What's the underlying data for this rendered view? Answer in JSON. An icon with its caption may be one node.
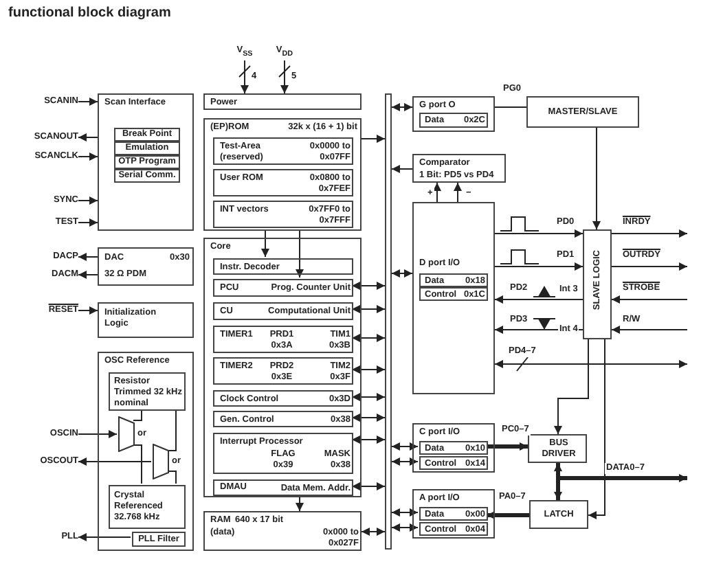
{
  "diagram": {
    "title": "functional block diagram",
    "nodes": [
      {
        "text": [
          "SCANIN"
        ]
      },
      {
        "text": [
          "SCANOUT"
        ]
      },
      {
        "text": [
          "SCANCLK"
        ]
      },
      {
        "text": [
          "SYNC"
        ]
      },
      {
        "text": [
          "TEST"
        ]
      },
      {
        "text": [
          "DACP"
        ]
      },
      {
        "text": [
          "DACM"
        ]
      },
      {
        "text": [
          "RESET"
        ]
      },
      {
        "text": [
          "OSCIN"
        ]
      },
      {
        "text": [
          "OSCOUT"
        ]
      },
      {
        "text": [
          "PLL"
        ]
      },
      {
        "text": [
          "V$_{SS}$"
        ]
      },
      {
        "text": [
          "V$_{DD}$"
        ]
      },
      {
        "text": [
          "Scan Interface"
        ]
      },
      {
        "text": [
          "Break Point"
        ],
        "in": 13
      },
      {
        "text": [
          "Emulation"
        ],
        "in": 13
      },
      {
        "text": [
          "OTP Program"
        ],
        "in": 13
      },
      {
        "text": [
          "Serial Comm."
        ],
        "in": 13
      },
      {
        "text": [
          "DAC",
          "0x30",
          "32 Ω PDM"
        ]
      },
      {
        "text": [
          "Initialization Logic"
        ]
      },
      {
        "text": [
          "OSC Reference"
        ]
      },
      {
        "text": [
          "Resistor Trimmed 32 kHz nominal"
        ],
        "in": 20
      },
      {
        "text": [],
        "shape": "trapezoid",
        "beside": [
          "or"
        ],
        "in": 20
      },
      {
        "text": [],
        "shape": "trapezoid",
        "beside": [
          "or"
        ],
        "in": 20
      },
      {
        "text": [
          "Crystal Referenced 32.768 kHz"
        ],
        "in": 20
      },
      {
        "text": [
          "PLL Filter"
        ],
        "in": 20
      },
      {
        "text": [
          "Power"
        ]
      },
      {
        "text": [
          "(EP)ROM",
          "32k x (16 + 1) bit"
        ]
      },
      {
        "text": [
          "Test-Area (reserved)",
          "0x0000 to 0x07FF"
        ],
        "in": 27
      },
      {
        "text": [
          "User ROM",
          "0x0800 to 0x7FEF"
        ],
        "in": 27
      },
      {
        "text": [
          "INT vectors",
          "0x7FF0 to 0x7FFF"
        ],
        "in": 27
      },
      {
        "text": [
          "Core"
        ]
      },
      {
        "text": [
          "Instr. Decoder"
        ],
        "in": 31
      },
      {
        "text": [
          "PCU",
          "Prog. Counter Unit"
        ],
        "in": 31
      },
      {
        "text": [
          "CU",
          "Computational Unit"
        ],
        "in": 31
      },
      {
        "text": [
          "TIMER1",
          "PRD1 0x3A",
          "TIM1 0x3B"
        ],
        "in": 31
      },
      {
        "text": [
          "TIMER2",
          "PRD2 0x3E",
          "TIM2 0x3F"
        ],
        "in": 31
      },
      {
        "text": [
          "Clock Control",
          "0x3D"
        ],
        "in": 31
      },
      {
        "text": [
          "Gen. Control",
          "0x38"
        ],
        "in": 31
      },
      {
        "text": [
          "Interrupt Processor",
          "FLAG 0x39",
          "MASK 0x38"
        ],
        "in": 31
      },
      {
        "text": [
          "DMAU",
          "Data Mem. Addr."
        ],
        "in": 31
      },
      {
        "text": [
          "RAM",
          "640 x 17 bit",
          "(data)",
          "0x000 to 0x027F"
        ]
      },
      {
        "text": [],
        "shape": "bar"
      },
      {
        "text": [
          "G port O"
        ]
      },
      {
        "text": [
          "Data",
          "0x2C"
        ],
        "in": 43
      },
      {
        "text": [
          "MASTER/SLAVE"
        ]
      },
      {
        "text": [
          "Comparator",
          "1 Bit: PD5 vs PD4"
        ]
      },
      {
        "text": [
          "D port I/O"
        ]
      },
      {
        "text": [
          "Data",
          "0x18"
        ],
        "in": 47
      },
      {
        "text": [
          "Control",
          "0x1C"
        ],
        "in": 47
      },
      {
        "text": [
          "SLAVE LOGIC"
        ]
      },
      {
        "text": [
          "C port I/O"
        ]
      },
      {
        "text": [
          "Data",
          "0x10"
        ],
        "in": 51
      },
      {
        "text": [
          "Control",
          "0x14"
        ],
        "in": 51
      },
      {
        "text": [
          "BUS DRIVER"
        ]
      },
      {
        "text": [
          "LATCH"
        ]
      },
      {
        "text": [
          "A port I/O"
        ]
      },
      {
        "text": [
          "Data",
          "0x00"
        ],
        "in": 56
      },
      {
        "text": [
          "Control",
          "0x04"
        ],
        "in": 56
      }
    ],
    "edges": [
      {
        "from": 0,
        "to": 13,
        "arrow": "to"
      },
      {
        "from": 13,
        "to": 1,
        "arrow": "to"
      },
      {
        "from": 2,
        "to": 13,
        "arrow": "to"
      },
      {
        "from": 3,
        "to": 13,
        "arrow": "to"
      },
      {
        "from": 4,
        "to": 13,
        "arrow": "to"
      },
      {
        "from": 18,
        "to": 5,
        "arrow": "to"
      },
      {
        "from": 18,
        "to": 6,
        "arrow": "to"
      },
      {
        "from": 7,
        "to": 19,
        "arrow": "to"
      },
      {
        "from": 8,
        "to": 22,
        "arrow": "to"
      },
      {
        "from": 23,
        "to": 9,
        "arrow": "to"
      },
      {
        "from": 25,
        "to": 10,
        "arrow": "to"
      },
      {
        "from": 21,
        "to": 22,
        "arrow": "none"
      },
      {
        "from": 21,
        "to": 23,
        "arrow": "none"
      },
      {
        "from": 24,
        "to": 22,
        "arrow": "none"
      },
      {
        "from": 24,
        "to": 23,
        "arrow": "none"
      },
      {
        "from": 11,
        "to": 26,
        "arrow": "to",
        "label": "4"
      },
      {
        "from": 12,
        "to": 26,
        "arrow": "to",
        "label": "5"
      },
      {
        "from": 27,
        "to": 32,
        "arrow": "to"
      },
      {
        "from": 27,
        "to": 33,
        "arrow": "to"
      },
      {
        "from": 27,
        "to": 42,
        "arrow": "to"
      },
      {
        "from": 33,
        "to": 42,
        "arrow": "both"
      },
      {
        "from": 34,
        "to": 42,
        "arrow": "both"
      },
      {
        "from": 35,
        "to": 42,
        "arrow": "both"
      },
      {
        "from": 36,
        "to": 42,
        "arrow": "both"
      },
      {
        "from": 37,
        "to": 42,
        "arrow": "both"
      },
      {
        "from": 38,
        "to": 42,
        "arrow": "both"
      },
      {
        "from": 39,
        "to": 42,
        "arrow": "both"
      },
      {
        "from": 40,
        "to": 42,
        "arrow": "both"
      },
      {
        "from": 40,
        "to": 41,
        "arrow": "to"
      },
      {
        "from": 41,
        "to": 42,
        "arrow": "both"
      },
      {
        "from": 42,
        "to": 43,
        "arrow": "both"
      },
      {
        "from": 43,
        "to": 45,
        "arrow": "none",
        "label": "PG0"
      },
      {
        "from": 46,
        "to": 42,
        "arrow": "to"
      },
      {
        "from": 47,
        "to": 46,
        "arrow": "to",
        "label": "+"
      },
      {
        "from": 47,
        "to": 46,
        "arrow": "to",
        "label": "−"
      },
      {
        "from": 42,
        "to": 47,
        "arrow": "both"
      },
      {
        "from": 47,
        "to": 50,
        "arrow": "to",
        "label": "PD0"
      },
      {
        "from": 47,
        "to": 50,
        "arrow": "to",
        "label": "PD1"
      },
      {
        "from": 50,
        "to": 47,
        "arrow": "to",
        "label": "PD2"
      },
      {
        "from": 50,
        "to": 47,
        "arrow": "to",
        "label": "PD3"
      },
      {
        "from": 50,
        "to": null,
        "arrow": "to",
        "label": "INRDY"
      },
      {
        "from": 50,
        "to": null,
        "arrow": "to",
        "label": "OUTRDY"
      },
      {
        "from": null,
        "to": 50,
        "arrow": "to",
        "label": "STROBE"
      },
      {
        "from": null,
        "to": 50,
        "arrow": "to",
        "label": "R/W"
      },
      {
        "from": 47,
        "to": null,
        "arrow": "both",
        "label": "PD4–7"
      },
      {
        "from": 45,
        "to": 50,
        "arrow": "to"
      },
      {
        "from": 50,
        "to": 54,
        "arrow": "to"
      },
      {
        "from": 50,
        "to": 55,
        "arrow": "to"
      },
      {
        "from": 42,
        "to": 52,
        "arrow": "both"
      },
      {
        "from": 42,
        "to": 53,
        "arrow": "both"
      },
      {
        "from": 52,
        "to": 54,
        "arrow": "to",
        "label": "PC0–7",
        "style": "thick"
      },
      {
        "from": 54,
        "to": null,
        "arrow": "both",
        "label": "DATA0–7",
        "style": "thick"
      },
      {
        "from": 54,
        "to": 55,
        "arrow": "to",
        "style": "thick"
      },
      {
        "from": 55,
        "to": 57,
        "arrow": "to",
        "label": "PA0–7",
        "style": "thick"
      },
      {
        "from": 42,
        "to": 57,
        "arrow": "both"
      },
      {
        "from": 42,
        "to": 58,
        "arrow": "both"
      }
    ],
    "labels": [
      "Int 3",
      "Int 4"
    ]
  }
}
